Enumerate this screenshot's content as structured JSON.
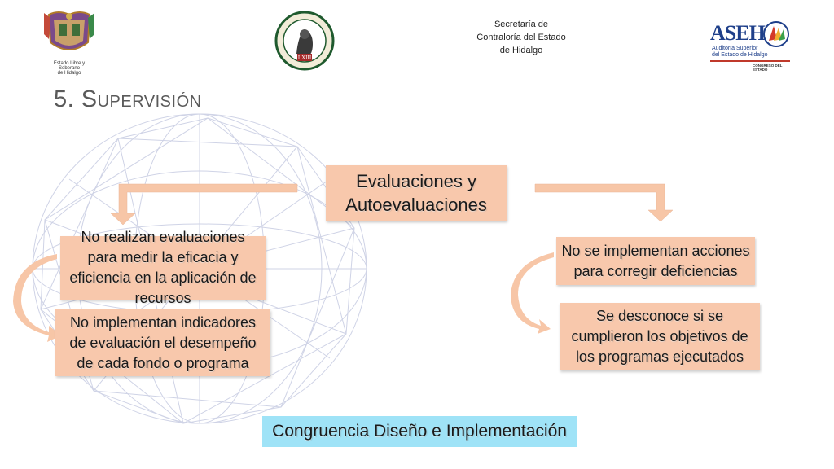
{
  "header": {
    "state_caption": [
      "Estado Libre y Soberano",
      "de Hidalgo"
    ],
    "congress_numeral": "LXIII",
    "secretaria": [
      "Secretaría de",
      "Contraloría del Estado",
      "de Hidalgo"
    ],
    "asehi": {
      "name": "ASEH",
      "subtitle": [
        "Auditoría Superior",
        "del Estado de Hidalgo"
      ],
      "caption": "CONGRESO DEL ESTADO"
    }
  },
  "section": {
    "title": "5. Supervisión"
  },
  "diagram": {
    "center": "Evaluaciones y Autoevaluaciones",
    "left": [
      "No realizan evaluaciones para medir la eficacia y eficiencia en la aplicación de recursos",
      "No implementan indicadores de evaluación el desempeño de cada fondo o programa"
    ],
    "right": [
      "No se implementan acciones para corregir deficiencias",
      "Se desconoce si se cumplieron los objetivos de los programas ejecutados"
    ],
    "bottom": "Congruencia Diseño e Implementación"
  },
  "colors": {
    "box_fill": "#f8c8ac",
    "arrow_fill": "#f7c6a7",
    "bottom_fill": "#9fe3f7",
    "title_text": "#5a5a5a"
  }
}
